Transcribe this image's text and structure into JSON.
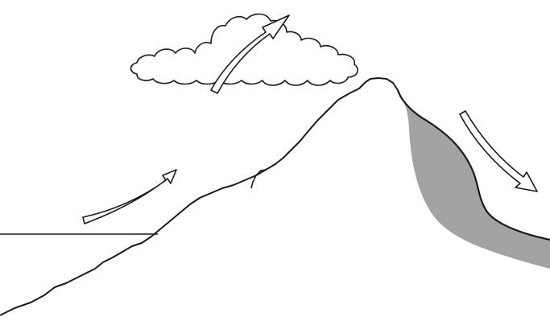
{
  "diagram": {
    "colors": {
      "background": "#ffffff",
      "stroke": "#1a1a1a",
      "rain_shadow": "#a3a3a3",
      "arrow_fill": "#ffffff"
    },
    "elements": [
      "sea-level-line",
      "mountain",
      "rain-shadow-slope",
      "cloud",
      "windward-arrow",
      "rising-air-arrow",
      "descending-air-arrow"
    ]
  }
}
